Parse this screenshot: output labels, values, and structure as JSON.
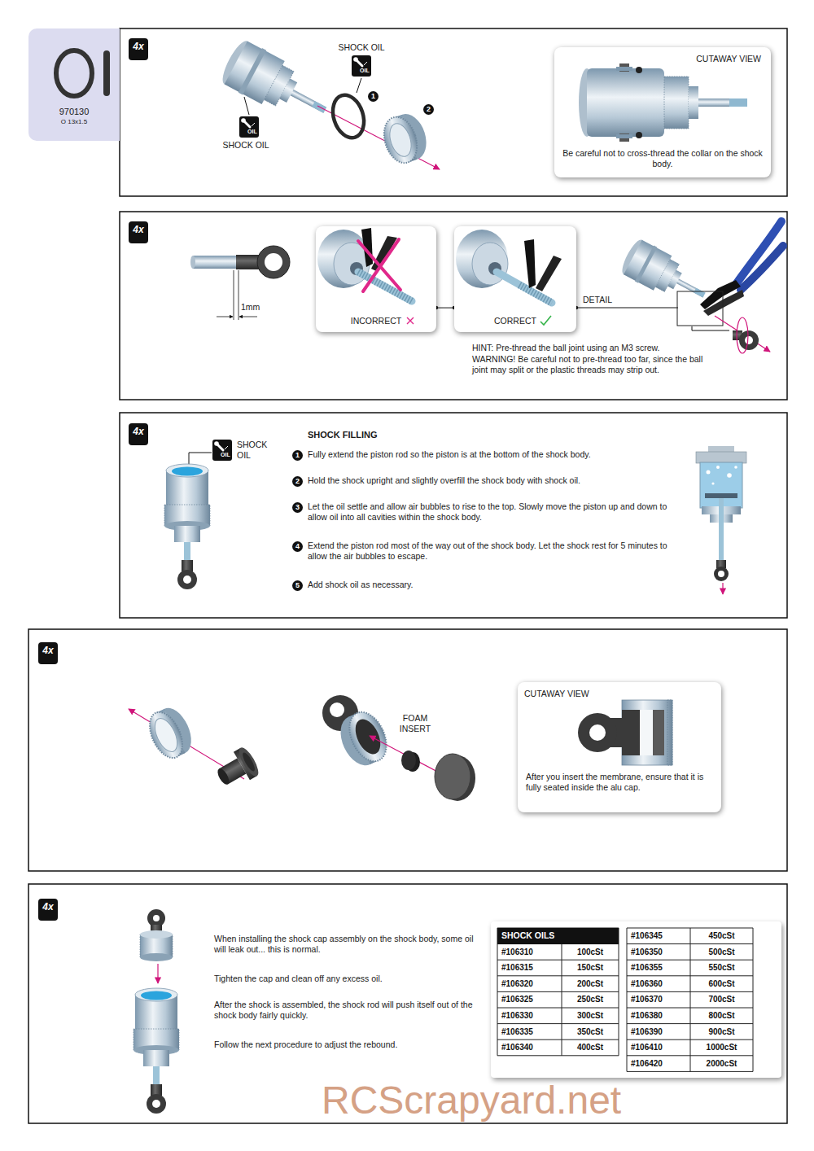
{
  "diagram": {
    "nodes": [
      {
        "text": [
          "970130",
          "O 13x1.5"
        ]
      },
      {
        "text": [
          "4x"
        ]
      },
      {
        "text": [
          "CUTAWAY VIEW",
          "Be careful not to cross-thread the collar on the shock body."
        ]
      },
      {
        "text": [
          "4x"
        ]
      },
      {
        "text": [
          "INCORRECT"
        ]
      },
      {
        "text": [
          "CORRECT"
        ]
      },
      {
        "text": [
          "4x"
        ]
      },
      {
        "text": [
          "4x"
        ]
      },
      {
        "text": [
          "CUTAWAY VIEW",
          "After you insert the membrane, ensure that it is fully seated inside the alu cap."
        ]
      },
      {
        "text": [
          "4x"
        ]
      },
      {
        "text": [
          "SHOCK OILS"
        ]
      }
    ],
    "edges": [
      {
        "from": 4,
        "to": 5,
        "arrow": "none"
      }
    ],
    "labels": [
      "SHOCK OIL",
      "OIL",
      "1",
      "2",
      "SHOCK OIL",
      "OIL",
      "1mm",
      "DETAIL",
      "HINT: Pre-thread the ball joint using an M3 screw.",
      "WARNING! Be careful not to pre-thread too far, since the ball joint may split or the plastic threads may strip out.",
      "SHOCK OIL",
      "OIL",
      "SHOCK FILLING",
      "1",
      "Fully extend the piston rod so the piston is at the bottom of the shock body.",
      "2",
      "Hold the shock upright and slightly overfill the shock body with shock oil.",
      "3",
      "Let the oil settle and allow air bubbles to rise to the top. Slowly move the piston up and down to allow oil into all cavities within the shock body.",
      "4",
      "Extend the piston rod most of the way out of the shock body. Let the shock rest for 5 minutes to allow the air bubbles to escape.",
      "5",
      "Add shock oil as necessary.",
      "FOAM INSERT",
      "When installing the shock cap assembly on the shock body, some oil will leak out... this is normal.",
      "Tighten the cap and clean off any excess oil.",
      "After the shock is assembled, the shock rod will push itself out of the shock body fairly quickly.",
      "Follow the next procedure to adjust the rebound.",
      "#106310",
      "100cSt",
      "#106315",
      "150cSt",
      "#106320",
      "200cSt",
      "#106325",
      "250cSt",
      "#106330",
      "300cSt",
      "#106335",
      "350cSt",
      "#106340",
      "400cSt",
      "#106345",
      "450cSt",
      "#106350",
      "500cSt",
      "#106355",
      "550cSt",
      "#106360",
      "600cSt",
      "#106370",
      "700cSt",
      "#106380",
      "800cSt",
      "#106390",
      "900cSt",
      "#106410",
      "1000cSt",
      "#106420",
      "2000cSt",
      "RCScrapyard.net"
    ]
  }
}
